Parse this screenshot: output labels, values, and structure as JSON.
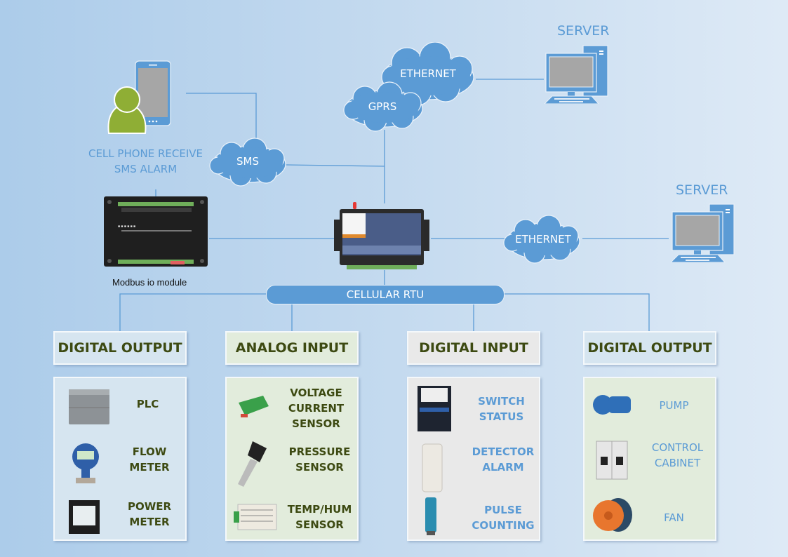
{
  "colors": {
    "accent_blue": "#5b9bd5",
    "category_text": "#3d4a12",
    "person_green": "#8fae35"
  },
  "network": {
    "top_server": {
      "label": "SERVER"
    },
    "right_server": {
      "label": "SERVER"
    },
    "clouds": {
      "ethernet_top": "ETHERNET",
      "gprs": "GPRS",
      "sms": "SMS",
      "ethernet_right": "ETHERNET"
    },
    "cell_phone": {
      "label_line1": "CELL PHONE RECEIVE",
      "label_line2": "SMS ALARM"
    },
    "modbus_module": {
      "caption": "Modbus io module"
    },
    "rtu": {
      "label": "CELLULAR RTU"
    }
  },
  "categories": [
    {
      "title": "DIGITAL OUTPUT",
      "items": [
        {
          "line1": "PLC",
          "line2": "",
          "line3": "",
          "icon": "plc-icon"
        },
        {
          "line1": "FLOW",
          "line2": "METER",
          "line3": "",
          "icon": "flow-meter-icon"
        },
        {
          "line1": "POWER",
          "line2": "METER",
          "line3": "",
          "icon": "power-meter-icon"
        }
      ]
    },
    {
      "title": "ANALOG INPUT",
      "items": [
        {
          "line1": "VOLTAGE",
          "line2": "CURRENT",
          "line3": "SENSOR",
          "icon": "voltage-current-sensor-icon"
        },
        {
          "line1": "PRESSURE",
          "line2": "SENSOR",
          "line3": "",
          "icon": "pressure-sensor-icon"
        },
        {
          "line1": "TEMP/HUM",
          "line2": "SENSOR",
          "line3": "",
          "icon": "temp-hum-sensor-icon"
        }
      ]
    },
    {
      "title": "DIGITAL INPUT",
      "items": [
        {
          "line1": "SWITCH",
          "line2": "STATUS",
          "line3": "",
          "icon": "contactor-icon"
        },
        {
          "line1": "DETECTOR",
          "line2": "ALARM",
          "line3": "",
          "icon": "detector-icon"
        },
        {
          "line1": "PULSE",
          "line2": "COUNTING",
          "line3": "",
          "icon": "pulse-counter-icon"
        }
      ]
    },
    {
      "title": "DIGITAL OUTPUT",
      "items": [
        {
          "line1": "PUMP",
          "line2": "",
          "line3": "",
          "icon": "pump-icon"
        },
        {
          "line1": "CONTROL",
          "line2": "CABINET",
          "line3": "",
          "icon": "control-cabinet-icon"
        },
        {
          "line1": "FAN",
          "line2": "",
          "line3": "",
          "icon": "fan-icon"
        }
      ]
    }
  ]
}
